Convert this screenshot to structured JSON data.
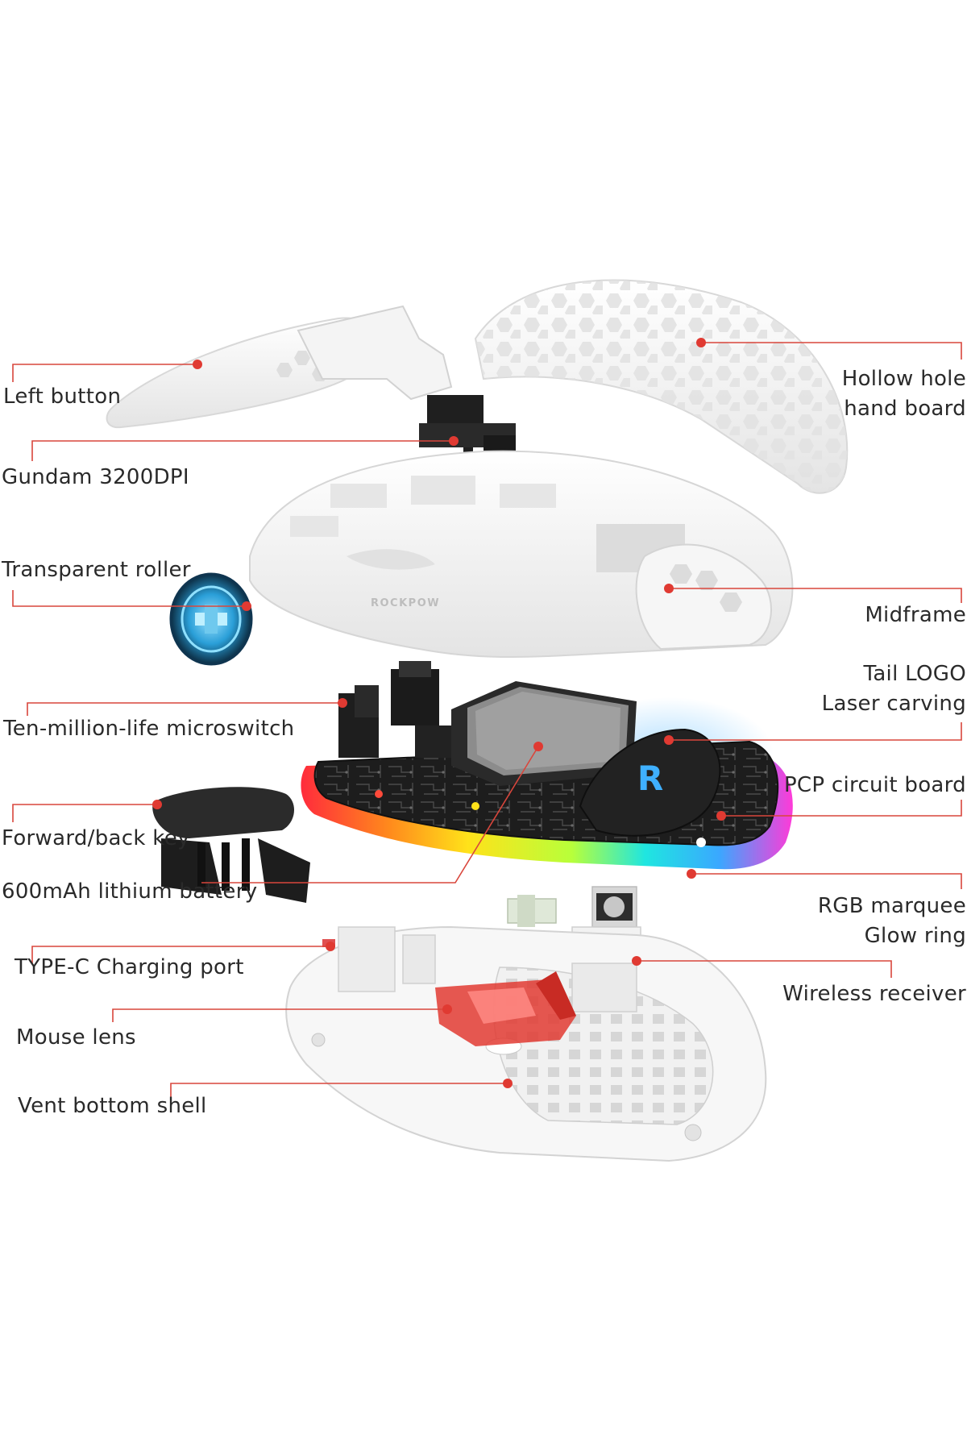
{
  "brand": "ROCKPOW",
  "logo_letter": "R",
  "colors": {
    "leader": "#d9463c",
    "leader_dot": "#e03a32",
    "shell": "#f3f3f3",
    "shell_edge": "#dcdcdc",
    "board": "#1c1c1c",
    "lens": "#e23b32",
    "roller": "#2a9fd8"
  },
  "callouts_left": [
    {
      "lines": [
        "Left button"
      ]
    },
    {
      "lines": [
        "Gundam 3200DPI"
      ]
    },
    {
      "lines": [
        "Transparent roller"
      ]
    },
    {
      "lines": [
        "Ten-million-life microswitch"
      ]
    },
    {
      "lines": [
        "Forward/back key"
      ]
    },
    {
      "lines": [
        "600mAh lithium battery"
      ]
    },
    {
      "lines": [
        "TYPE-C Charging port"
      ]
    },
    {
      "lines": [
        "Mouse lens"
      ]
    },
    {
      "lines": [
        "Vent bottom shell"
      ]
    }
  ],
  "callouts_right": [
    {
      "lines": [
        "Hollow hole",
        "hand board"
      ]
    },
    {
      "lines": [
        "Midframe"
      ]
    },
    {
      "lines": [
        "Tail LOGO",
        "Laser carving"
      ]
    },
    {
      "lines": [
        "PCP circuit board"
      ]
    },
    {
      "lines": [
        "RGB marquee",
        "Glow ring"
      ]
    },
    {
      "lines": [
        "Wireless receiver"
      ]
    }
  ]
}
